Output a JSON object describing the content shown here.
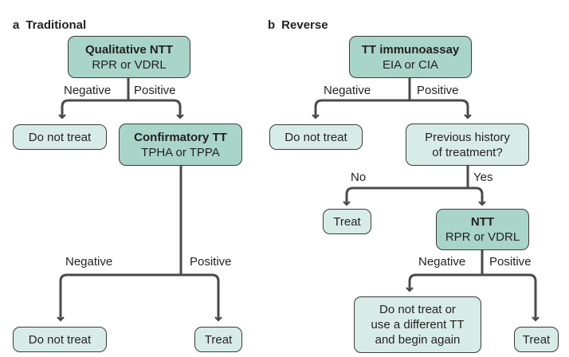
{
  "panel_a": {
    "letter": "a",
    "title": "Traditional",
    "qualitative_ntt": {
      "line1": "Qualitative NTT",
      "line2": "RPR or VDRL"
    },
    "negative_label": "Negative",
    "positive_label": "Positive",
    "do_not_treat_1": "Do not treat",
    "confirmatory_tt": {
      "line1": "Confirmatory TT",
      "line2": "TPHA or TPPA"
    },
    "negative_label_2": "Negative",
    "positive_label_2": "Positive",
    "do_not_treat_2": "Do not treat",
    "treat": "Treat"
  },
  "panel_b": {
    "letter": "b",
    "title": "Reverse",
    "tt_immunoassay": {
      "line1": "TT immunoassay",
      "line2": "EIA or CIA"
    },
    "negative_label": "Negative",
    "positive_label": "Positive",
    "do_not_treat": "Do not treat",
    "previous_history": {
      "line1": "Previous history",
      "line2": "of treatment?"
    },
    "no_label": "No",
    "yes_label": "Yes",
    "treat_1": "Treat",
    "ntt": {
      "line1": "NTT",
      "line2": "RPR or VDRL"
    },
    "negative_label_2": "Negative",
    "positive_label_2": "Positive",
    "do_not_treat_or_retest": {
      "line1": "Do not treat or",
      "line2": "use a different TT",
      "line3": "and begin again"
    },
    "treat_2": "Treat"
  },
  "colors": {
    "box_dark": "#a9d5c9",
    "box_light": "#d8ece7",
    "line": "#4a4a4a"
  }
}
